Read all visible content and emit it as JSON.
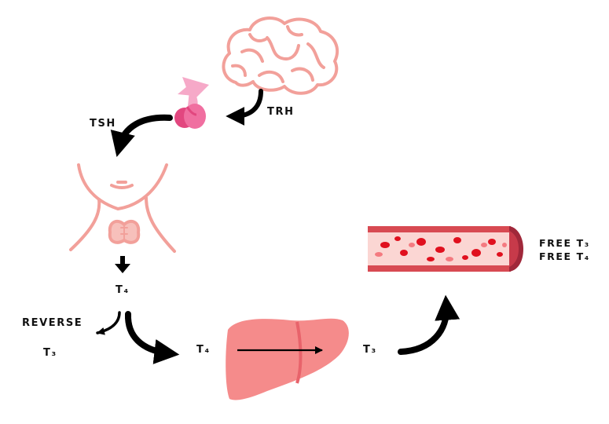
{
  "labels": {
    "trh": "TRH",
    "tsh": "TSH",
    "t4_thyroid": "T₄",
    "reverse": "REVERSE",
    "t3_reverse": "T₃",
    "t4_liver": "T₄",
    "t3_liver": "T₃",
    "free_t3": "FREE T₃",
    "free_t4": "FREE T₄"
  },
  "colors": {
    "outline_pink": "#f2a09a",
    "liver": "#f58b8b",
    "liver_line": "#e8636b",
    "pituitary_light": "#f6a9c8",
    "pituitary_dark": "#e2477f",
    "vessel_wall": "#d84a52",
    "vessel_inner": "#fbd6d3",
    "blood_cell": "#e0101e",
    "arrow": "#000000"
  },
  "icons": [
    "brain-icon",
    "pituitary-icon",
    "neck-thyroid-icon",
    "liver-icon",
    "blood-vessel-icon"
  ]
}
